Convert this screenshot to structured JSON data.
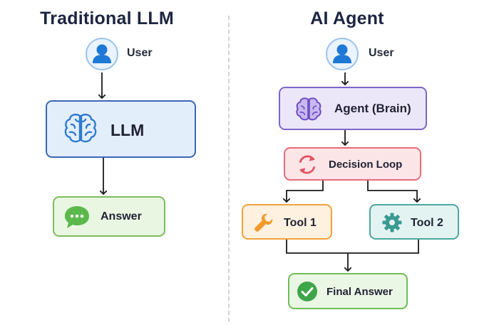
{
  "traditional": {
    "title": "Traditional LLM",
    "user_label": "User",
    "llm_label": "LLM",
    "answer_label": "Answer"
  },
  "agent": {
    "title": "AI Agent",
    "user_label": "User",
    "agent_label": "Agent (Brain)",
    "loop_label": "Decision Loop",
    "tool1_label": "Tool 1",
    "tool2_label": "Tool 2",
    "final_label": "Final Answer"
  },
  "colors": {
    "llm": "#3b67b5",
    "answer": "#7cbd5c",
    "agent": "#7d67c6",
    "loop": "#e56c76",
    "tool1": "#f3a13c",
    "tool2": "#4ba8a0",
    "final": "#6fbd55"
  },
  "icons": [
    "user-icon",
    "brain-icon",
    "chat-bubble-icon",
    "refresh-icon",
    "wrench-icon",
    "gear-icon",
    "check-circle-icon"
  ]
}
